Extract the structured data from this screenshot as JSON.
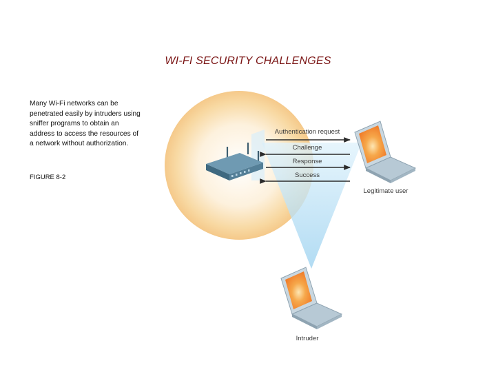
{
  "title": "WI-FI SECURITY CHALLENGES",
  "caption": "Many Wi-Fi networks can be penetrated easily by intruders using sniffer programs to obtain an address to access the resources of a network without authorization.",
  "figure_label": "FIGURE 8-2",
  "diagram": {
    "arrows": [
      {
        "label": "Authentication request",
        "direction": "right"
      },
      {
        "label": "Challenge",
        "direction": "left"
      },
      {
        "label": "Response",
        "direction": "right"
      },
      {
        "label": "Success",
        "direction": "left"
      }
    ],
    "legitimate_user_label": "Legitimate user",
    "intruder_label": "Intruder"
  },
  "colors": {
    "title": "#7a1414",
    "signal_glow": "#f5c98a",
    "beam": "#bfe3f7",
    "router": "#4f7b93",
    "laptop_body": "#c9d7e0",
    "laptop_screen": "#f39a3c"
  }
}
